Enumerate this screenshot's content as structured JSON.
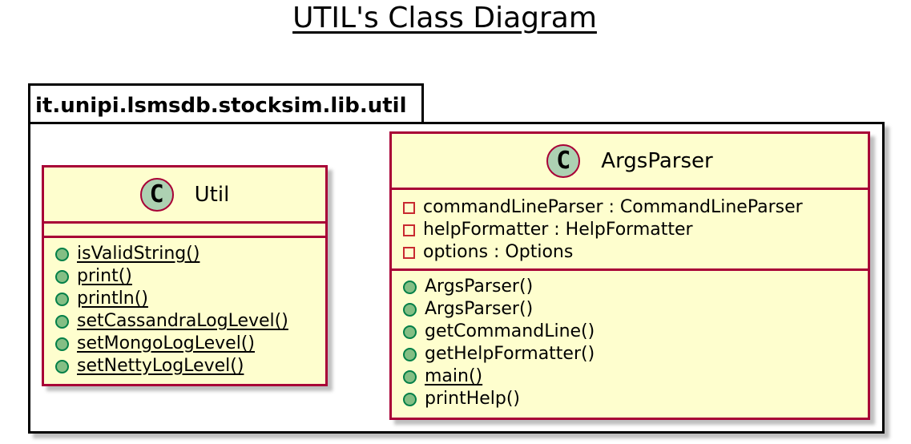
{
  "diagram": {
    "title": "UTIL's Class Diagram",
    "package": {
      "name": "it.unipi.lsmsdb.stocksim.lib.util",
      "classes": [
        {
          "name": "Util",
          "stereotype_letter": "C",
          "attributes": [],
          "methods": [
            {
              "visibility": "public",
              "text": "isValidString()",
              "static": true
            },
            {
              "visibility": "public",
              "text": "print()",
              "static": true
            },
            {
              "visibility": "public",
              "text": "println()",
              "static": true
            },
            {
              "visibility": "public",
              "text": "setCassandraLogLevel()",
              "static": true
            },
            {
              "visibility": "public",
              "text": "setMongoLogLevel()",
              "static": true
            },
            {
              "visibility": "public",
              "text": "setNettyLogLevel()",
              "static": true
            }
          ]
        },
        {
          "name": "ArgsParser",
          "stereotype_letter": "C",
          "attributes": [
            {
              "visibility": "private",
              "text": "commandLineParser : CommandLineParser"
            },
            {
              "visibility": "private",
              "text": "helpFormatter : HelpFormatter"
            },
            {
              "visibility": "private",
              "text": "options : Options"
            }
          ],
          "methods": [
            {
              "visibility": "public",
              "text": "ArgsParser()",
              "static": false
            },
            {
              "visibility": "public",
              "text": "ArgsParser()",
              "static": false
            },
            {
              "visibility": "public",
              "text": "getCommandLine()",
              "static": false
            },
            {
              "visibility": "public",
              "text": "getHelpFormatter()",
              "static": false
            },
            {
              "visibility": "public",
              "text": "main()",
              "static": true
            },
            {
              "visibility": "public",
              "text": "printHelp()",
              "static": false
            }
          ]
        }
      ]
    },
    "colors": {
      "class_fill": "#fefece",
      "class_border": "#a80036",
      "badge_fill": "#add1b2",
      "public_marker": "#84be84",
      "private_marker": "#c82930"
    }
  }
}
